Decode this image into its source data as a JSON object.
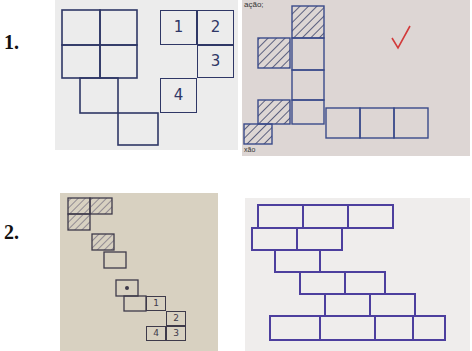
{
  "diagram": {
    "nodes": [
      {
        "text": [
          "1"
        ]
      },
      {
        "text": [
          "2"
        ]
      },
      {
        "text": [
          "3"
        ]
      },
      {
        "text": [
          "4"
        ]
      },
      {
        "text": [
          "1"
        ]
      },
      {
        "text": [
          "2"
        ]
      },
      {
        "text": [
          "4"
        ]
      },
      {
        "text": [
          "3"
        ]
      }
    ],
    "labels": [
      "1.",
      "2.",
      "ação;",
      "xão"
    ]
  }
}
